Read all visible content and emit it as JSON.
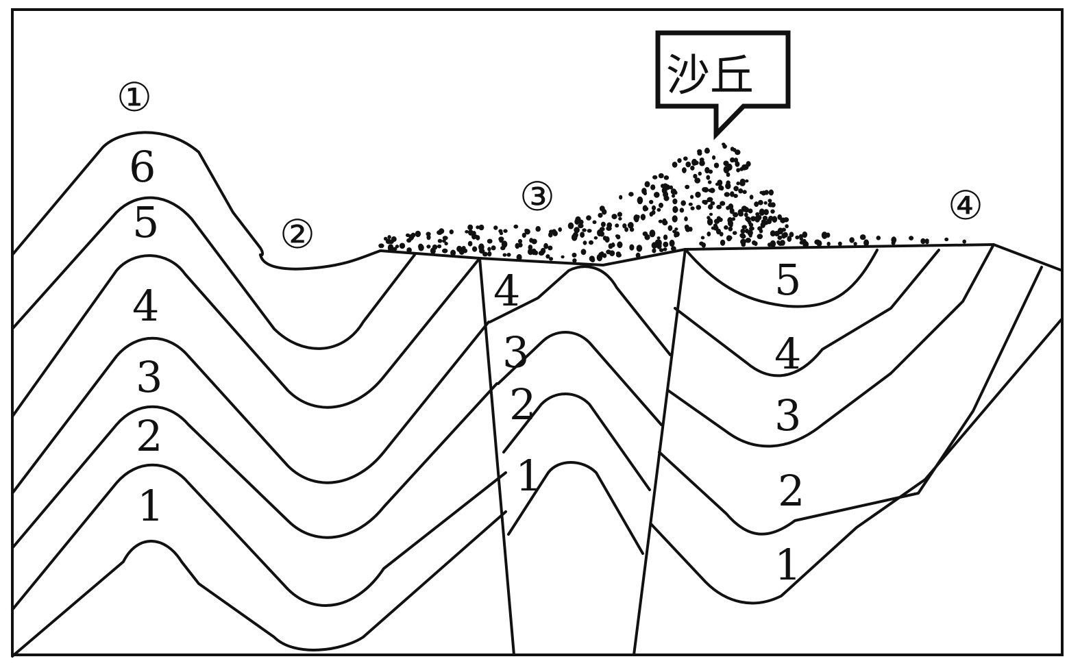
{
  "callout": {
    "label": "沙丘"
  },
  "location_markers": [
    {
      "id": "1",
      "label": "①"
    },
    {
      "id": "2",
      "label": "②"
    },
    {
      "id": "3",
      "label": "③"
    },
    {
      "id": "4",
      "label": "④"
    }
  ],
  "left_block_layers": [
    "6",
    "5",
    "4",
    "3",
    "2",
    "1"
  ],
  "middle_block_layers": [
    "4",
    "3",
    "2",
    "1"
  ],
  "right_block_layers": [
    "5",
    "4",
    "3",
    "2",
    "1"
  ]
}
